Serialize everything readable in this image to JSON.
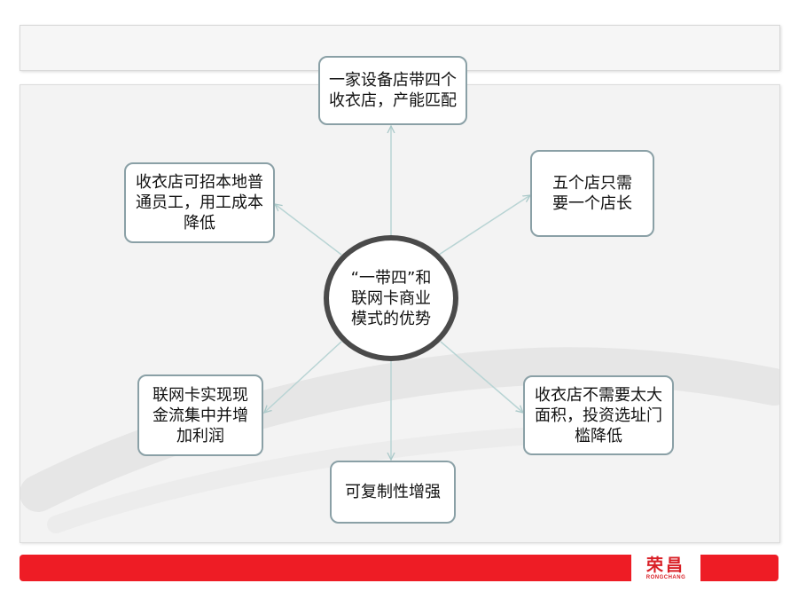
{
  "hub": {
    "label": "“一带四”和联网卡商业模式的优势"
  },
  "nodes": [
    {
      "id": "top",
      "label": "一家设备店带四个收衣店，产能匹配"
    },
    {
      "id": "upper-right",
      "label": "五个店只需要一个店长"
    },
    {
      "id": "lower-right",
      "label": "收衣店不需要太大面积，投资选址门槛降低"
    },
    {
      "id": "bottom",
      "label": "可复制性增强"
    },
    {
      "id": "lower-left",
      "label": "联网卡实现现金流集中并增加利润"
    },
    {
      "id": "upper-left",
      "label": "收衣店可招本地普通员工，用工成本降低"
    }
  ],
  "logo": {
    "cn": "荣昌",
    "en": "RONGCHANG"
  },
  "colors": {
    "footer_bar": "#ee1c25",
    "node_border": "#8aa0a6",
    "hub_border": "#4a4a4a",
    "connector": "#b8d4d4",
    "logo": "#d91f26"
  }
}
